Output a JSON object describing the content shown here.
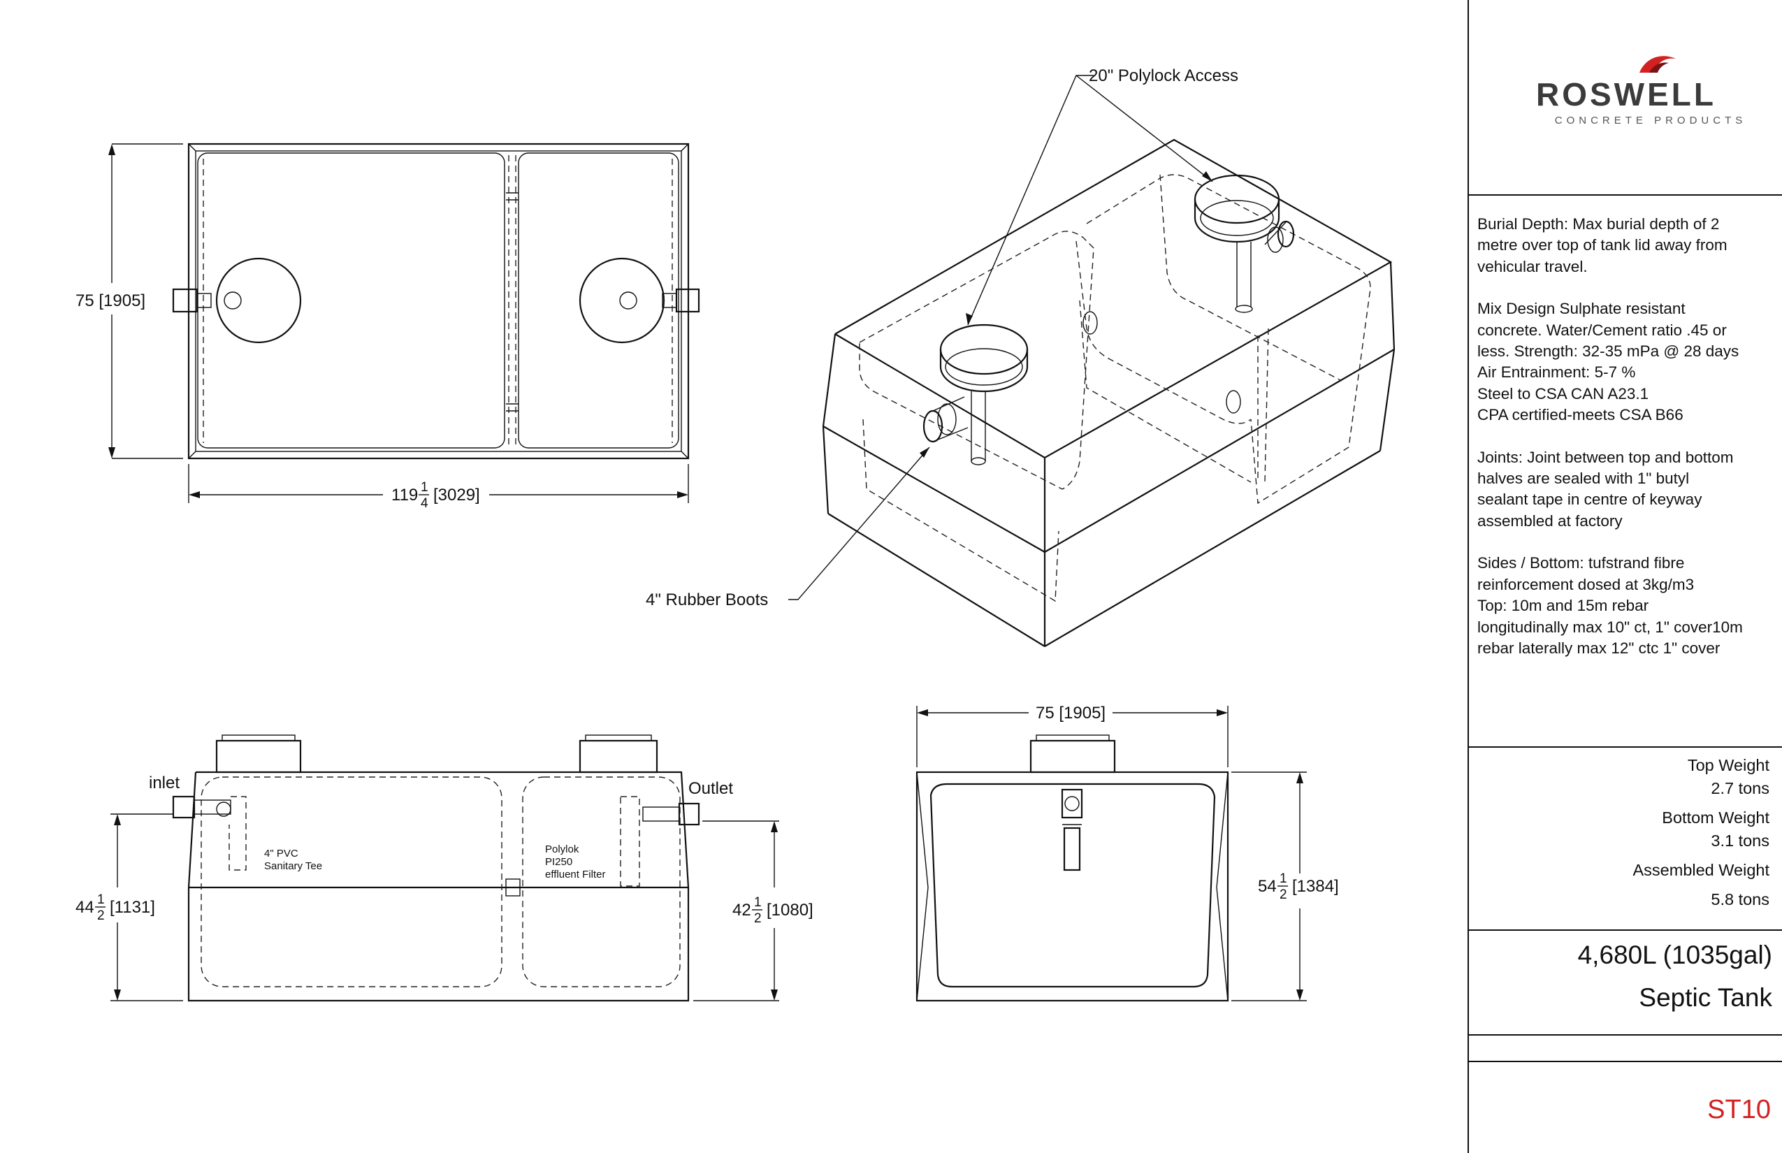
{
  "brand": {
    "name": "ROSWELL",
    "subtitle": "CONCRETE PRODUCTS",
    "accent_color": "#d32020"
  },
  "drawing": {
    "plan_view": {
      "width_dim": "75 [1905]",
      "length_whole": "119",
      "length_frac_num": "1",
      "length_frac_den": "4",
      "length_metric": "[3029]"
    },
    "iso_view": {
      "callout_access": "20\" Polylock Access",
      "callout_boots": "4\" Rubber Boots"
    },
    "side_view": {
      "inlet_label": "inlet",
      "outlet_label": "Outlet",
      "tee_line1": "4\" PVC",
      "tee_line2": "Sanitary Tee",
      "filter_line1": "Polylok",
      "filter_line2": "PI250",
      "filter_line3": "effluent Filter",
      "height_whole": "44",
      "height_num": "1",
      "height_den": "2",
      "height_metric": "[1131]",
      "outlet_h_whole": "42",
      "outlet_h_num": "1",
      "outlet_h_den": "2",
      "outlet_h_metric": "[1080]"
    },
    "end_view": {
      "width_dim": "75 [1905]",
      "height_whole": "54",
      "height_num": "1",
      "height_den": "2",
      "height_metric": "[1384]"
    }
  },
  "specs": {
    "burial": [
      "Burial Depth: Max burial depth of 2",
      "metre over top of tank lid away from",
      "vehicular travel."
    ],
    "mix": [
      "Mix Design Sulphate resistant",
      "concrete. Water/Cement ratio .45 or",
      "less. Strength: 32-35 mPa @ 28 days",
      "Air Entrainment: 5-7 %",
      "Steel to CSA CAN A23.1",
      "CPA certified-meets CSA B66"
    ],
    "joints": [
      "Joints: Joint between top and bottom",
      "halves are sealed with 1\" butyl",
      "sealant tape in centre of keyway",
      "assembled at factory"
    ],
    "reinforcement": [
      "Sides / Bottom: tufstrand fibre",
      "reinforcement dosed at 3kg/m3",
      "Top: 10m and 15m rebar",
      "longitudinally max 10\" ct, 1\" cover10m",
      "rebar laterally max 12\" ctc 1\" cover"
    ]
  },
  "weights": {
    "top_label": "Top Weight",
    "top_value": "2.7 tons",
    "bottom_label": "Bottom Weight",
    "bottom_value": "3.1 tons",
    "assembled_label": "Assembled Weight",
    "assembled_value": "5.8 tons"
  },
  "capacity": "4,680L (1035gal)",
  "product": "Septic Tank",
  "code": "ST10"
}
